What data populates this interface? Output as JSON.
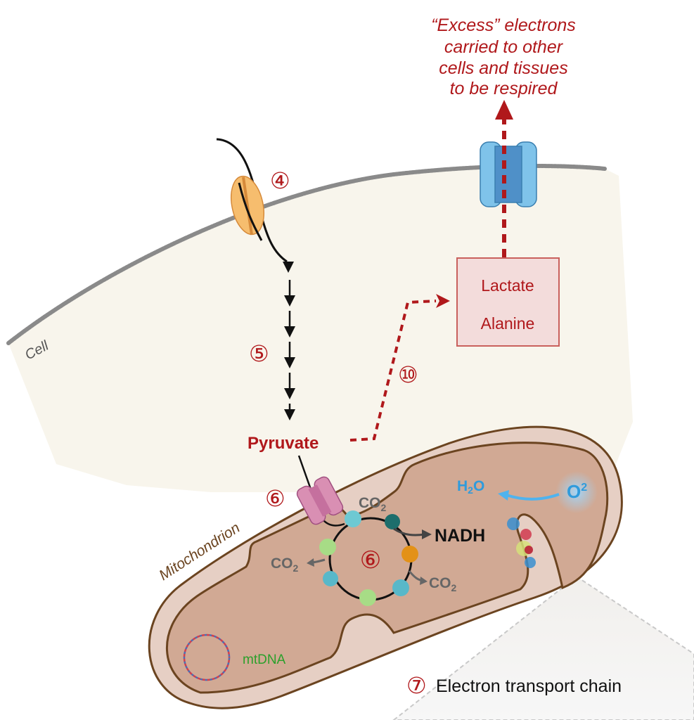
{
  "title": "Pyruvate metabolism and excess electron export",
  "colors": {
    "accent_red": "#b0181b",
    "membrane_gray": "#8a8a8a",
    "cell_fill": "#f8f5ec",
    "mito_outer": "#e6cfc4",
    "mito_matrix": "#d1a994",
    "mito_stroke": "#6b4420",
    "oxygen_blue": "#2f9bdc",
    "mtdna_green": "#2ba02b",
    "transporter_orange": "#f6bd6e",
    "transporter_pink": "#d98fb3",
    "transporter_blue": "#7fc3ea"
  },
  "labels": {
    "excess_electrons": [
      "“Excess” electrons",
      "carried to other",
      "cells and tissues",
      "to be respired"
    ],
    "cell": "Cell",
    "mitochondrion": "Mitochondrion",
    "pyruvate": "Pyruvate",
    "lactate": "Lactate",
    "alanine": "Alanine",
    "nadh": "NADH",
    "co2_base": "CO",
    "co2_sub": "2",
    "h2o_h": "H",
    "h2o_sub": "2",
    "h2o_o": "O",
    "o2_base": "O",
    "o2_sup": "2",
    "mtdna": "mtDNA",
    "etc": "Electron transport chain"
  },
  "steps": {
    "glucose_transport": "④",
    "glycolysis": "⑤",
    "mito_pyruvate_carrier": "⑥",
    "tca_cycle": "⑥",
    "etc": "⑦",
    "lactate_alanine": "⑩"
  }
}
